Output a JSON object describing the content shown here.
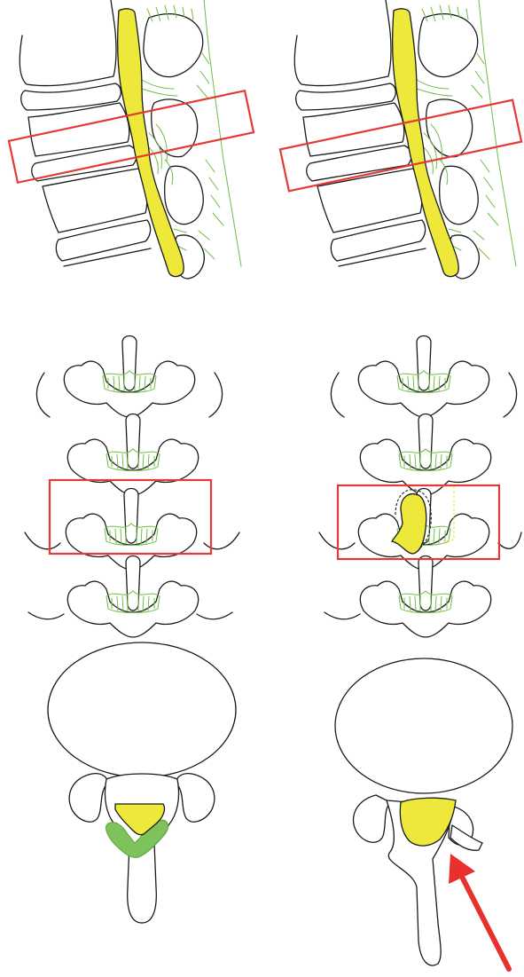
{
  "colors": {
    "outline": "#1a1a1a",
    "neural": "#ede83a",
    "ligament_lines": "#6cbf45",
    "ligament_fill": "#7dc25a",
    "highlight": "#e23a36",
    "arrow": "#e8302c"
  },
  "icons": {
    "highlight_box": "red-rectangle",
    "pointer": "red-arrow"
  },
  "layout": {
    "rows": [
      "lateral-view",
      "posterior-view",
      "axial-view"
    ],
    "columns": [
      "before",
      "after"
    ]
  }
}
